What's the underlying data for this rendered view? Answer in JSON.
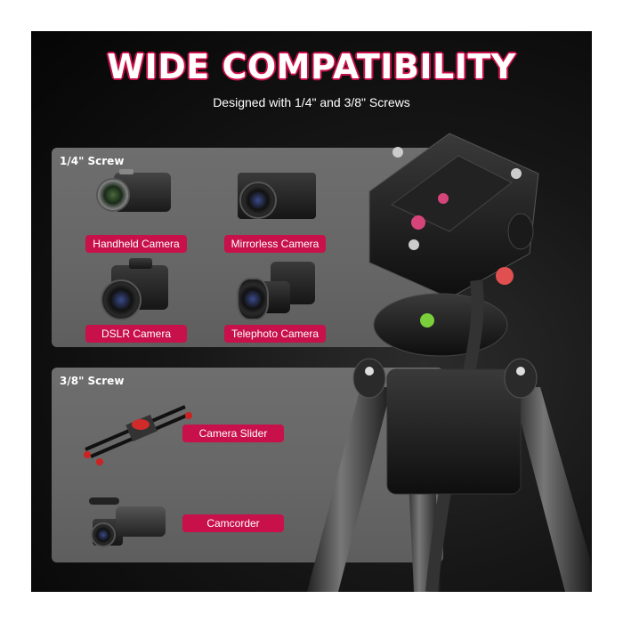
{
  "header": {
    "title": "WIDE COMPATIBILITY",
    "subtitle": "Designed with 1/4\" and 3/8\" Screws"
  },
  "sections": [
    {
      "heading": "1/4\" Screw",
      "items": [
        {
          "label": "Handheld Camera",
          "icon": "handheld-camera-icon"
        },
        {
          "label": "Mirrorless Camera",
          "icon": "mirrorless-camera-icon"
        },
        {
          "label": "DSLR Camera",
          "icon": "dslr-camera-icon"
        },
        {
          "label": "Telephoto Camera",
          "icon": "telephoto-camera-icon"
        }
      ]
    },
    {
      "heading": "3/8\" Screw",
      "items": [
        {
          "label": "Camera Slider",
          "icon": "camera-slider-icon"
        },
        {
          "label": "Camcorder",
          "icon": "camcorder-icon"
        }
      ]
    }
  ],
  "colors": {
    "accent": "#c8104a",
    "panel": "#666666",
    "background": "#0a0a0a"
  }
}
